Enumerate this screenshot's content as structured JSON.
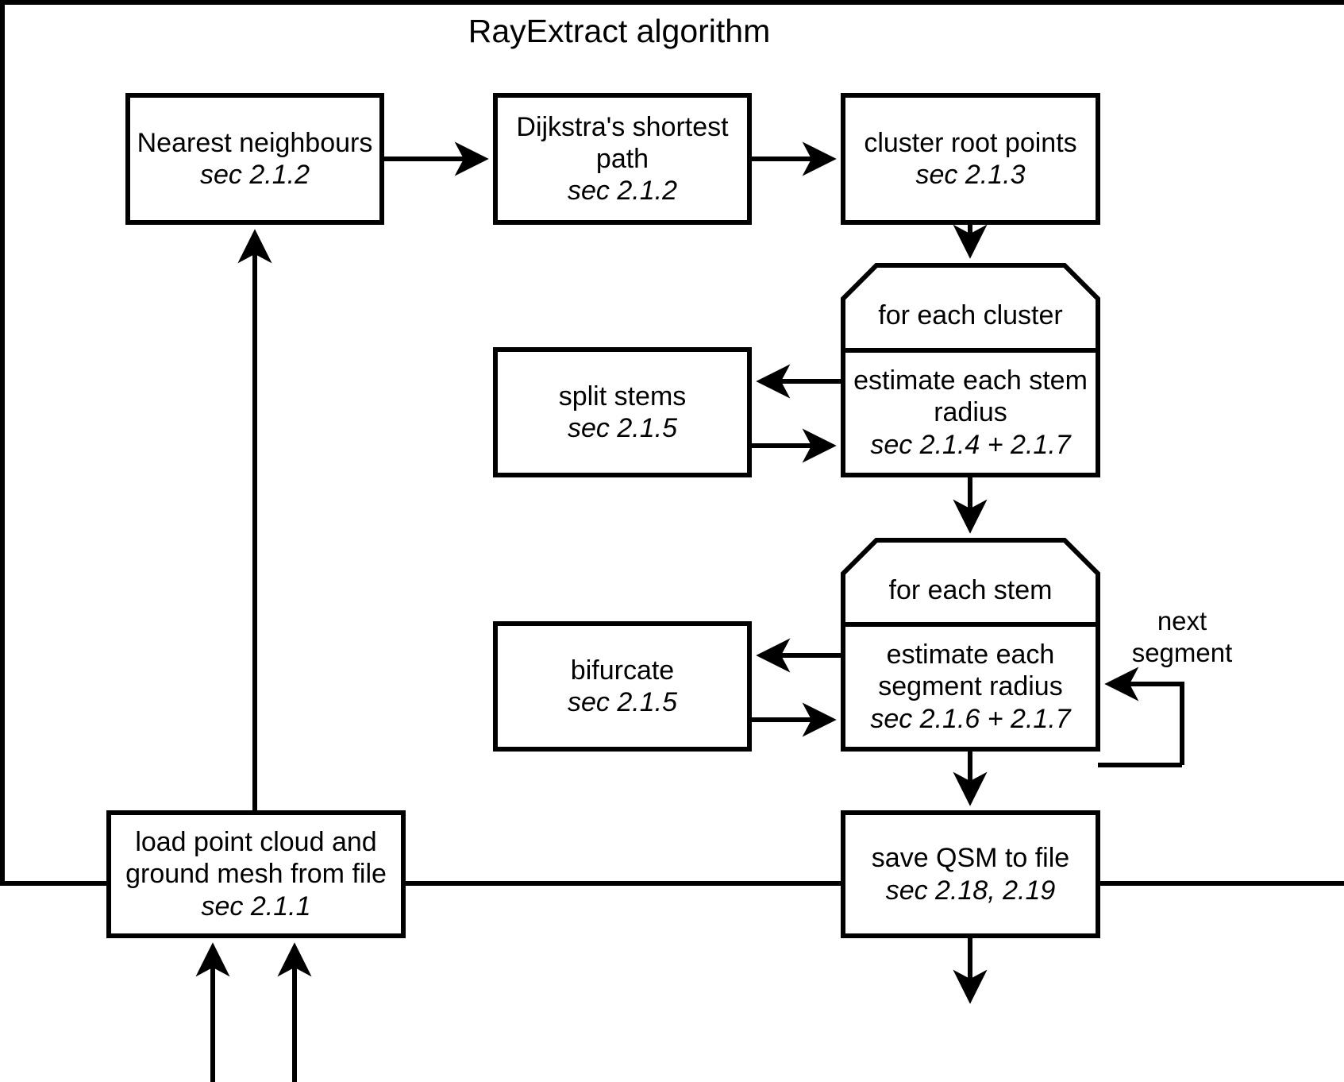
{
  "diagram": {
    "title": "RayExtract algorithm",
    "type": "flowchart",
    "nodes": [
      {
        "id": "nearest-neighbours",
        "shape": "rect",
        "lines": [
          "Nearest neighbours"
        ],
        "section": "sec 2.1.2"
      },
      {
        "id": "dijkstra",
        "shape": "rect",
        "lines": [
          "Dijkstra's shortest",
          "path"
        ],
        "section": "sec 2.1.2"
      },
      {
        "id": "cluster-root-points",
        "shape": "rect",
        "lines": [
          "cluster root points"
        ],
        "section": "sec 2.1.3"
      },
      {
        "id": "for-each-cluster",
        "shape": "loop-header",
        "lines": [
          "for each cluster"
        ],
        "section": ""
      },
      {
        "id": "estimate-stem-radius",
        "shape": "rect",
        "lines": [
          "estimate each stem",
          "radius"
        ],
        "section": "sec 2.1.4 + 2.1.7"
      },
      {
        "id": "split-stems",
        "shape": "rect",
        "lines": [
          "split stems"
        ],
        "section": "sec 2.1.5"
      },
      {
        "id": "for-each-stem",
        "shape": "loop-header",
        "lines": [
          "for each stem"
        ],
        "section": ""
      },
      {
        "id": "estimate-segment-radius",
        "shape": "rect",
        "lines": [
          "estimate each",
          "segment radius"
        ],
        "section": "sec 2.1.6 + 2.1.7"
      },
      {
        "id": "bifurcate",
        "shape": "rect",
        "lines": [
          "bifurcate"
        ],
        "section": "sec 2.1.5"
      },
      {
        "id": "load-point-cloud",
        "shape": "rect",
        "lines": [
          "load point cloud and",
          "ground mesh from file"
        ],
        "section": "sec 2.1.1"
      },
      {
        "id": "save-qsm",
        "shape": "rect",
        "lines": [
          "save QSM to file"
        ],
        "section": "sec 2.18, 2.19"
      }
    ],
    "edge_labels": [
      {
        "id": "next-segment",
        "lines": [
          "next",
          "segment"
        ]
      }
    ],
    "colors": {
      "stroke": "#000000",
      "fill": "#ffffff",
      "text": "#000000"
    }
  }
}
